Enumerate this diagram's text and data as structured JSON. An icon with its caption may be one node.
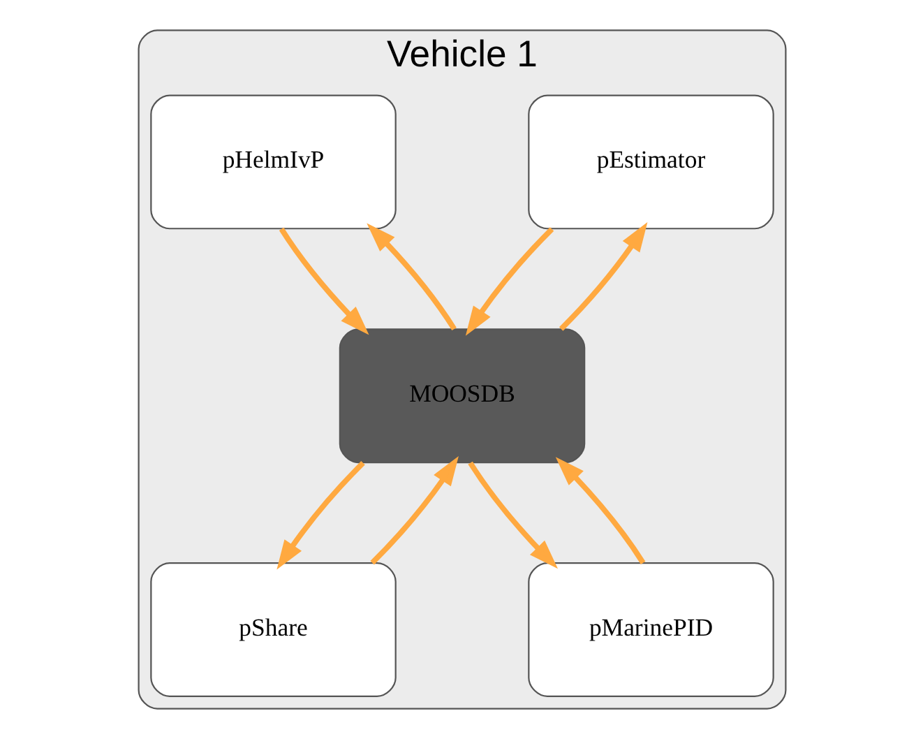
{
  "diagram": {
    "nodes": [
      {
        "text": [
          "Vehicle 1"
        ]
      },
      {
        "text": [
          "pEstimator"
        ],
        "in": 0
      },
      {
        "text": [
          "pHelmIvP"
        ],
        "in": 0
      },
      {
        "text": [
          "MOOSDB"
        ],
        "in": 0
      },
      {
        "text": [
          "pShare"
        ],
        "in": 0
      },
      {
        "text": [
          "pMarinePID"
        ],
        "in": 0
      }
    ],
    "edges": [
      {
        "from": 1,
        "to": 3,
        "arrow": "to"
      },
      {
        "from": 3,
        "to": 1,
        "arrow": "to"
      },
      {
        "from": 3,
        "to": 2,
        "arrow": "to"
      },
      {
        "from": 2,
        "to": 3,
        "arrow": "to"
      },
      {
        "from": 4,
        "to": 3,
        "arrow": "to"
      },
      {
        "from": 3,
        "to": 4,
        "arrow": "to"
      },
      {
        "from": 3,
        "to": 5,
        "arrow": "to"
      },
      {
        "from": 5,
        "to": 3,
        "arrow": "to"
      }
    ]
  }
}
